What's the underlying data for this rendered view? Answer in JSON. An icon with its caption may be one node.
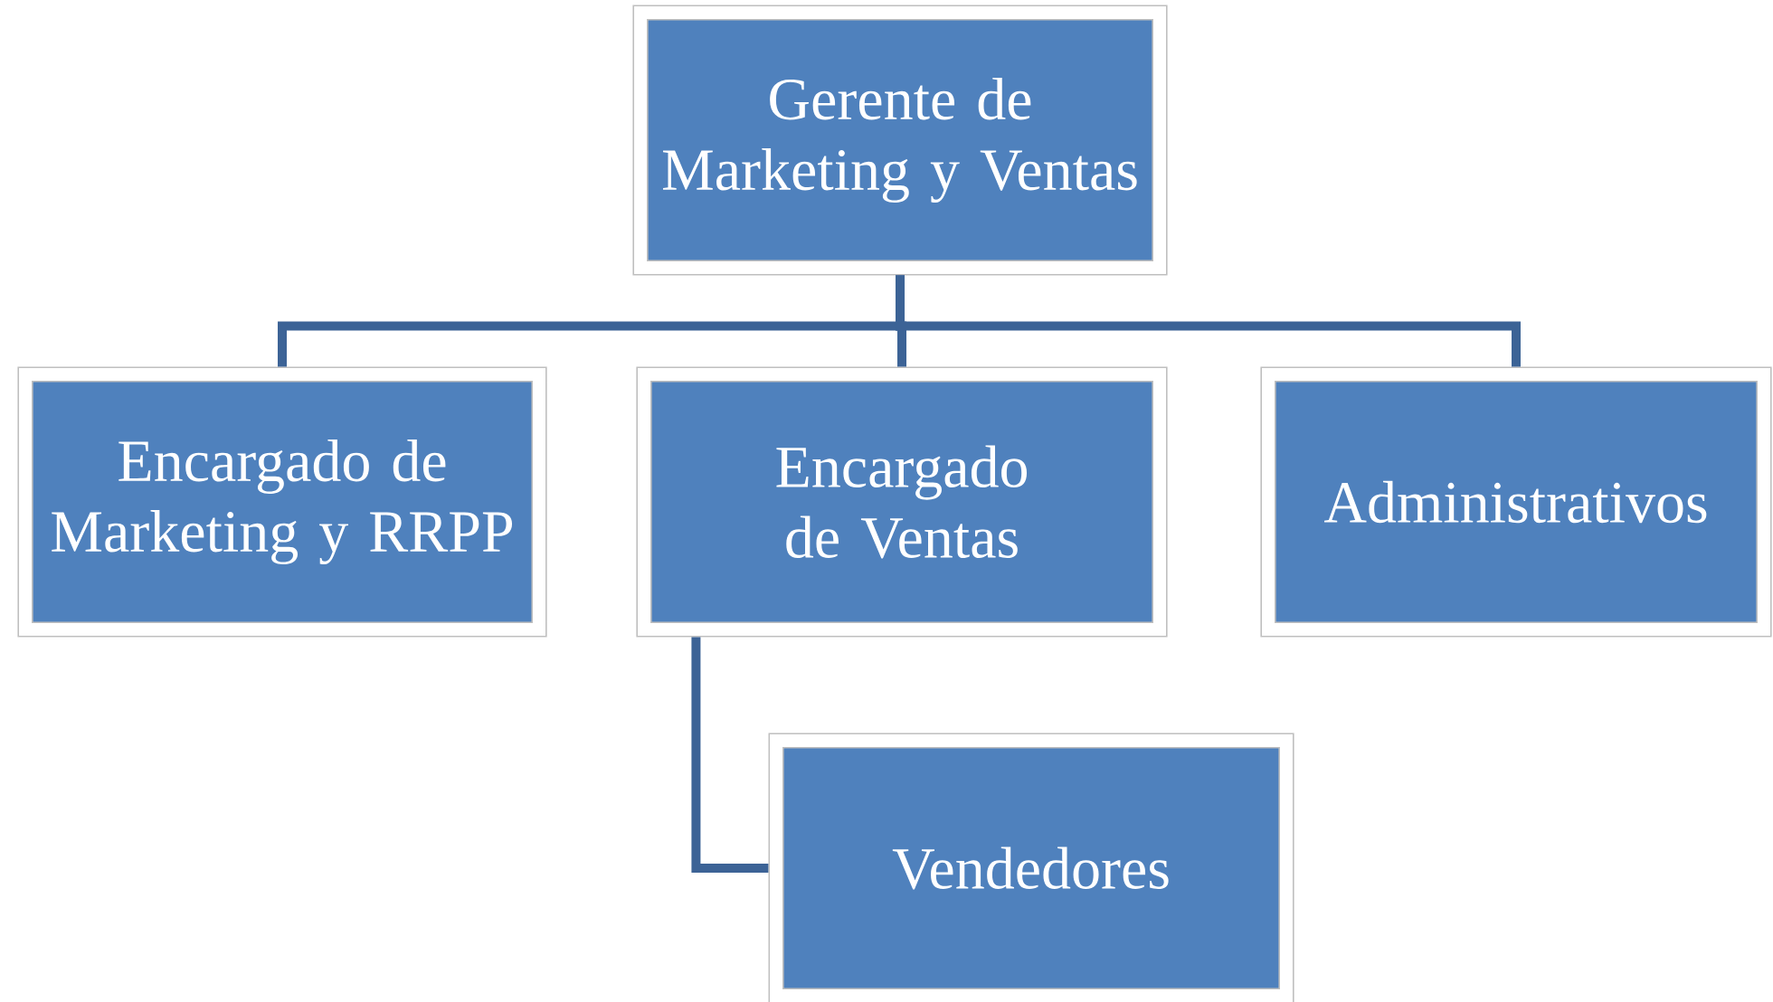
{
  "diagram": {
    "nodes": [
      {
        "text": [
          "Gerente de Marketing y Ventas"
        ]
      },
      {
        "text": [
          "Encargado de Marketing y RRPP"
        ]
      },
      {
        "text": [
          "Encargado de Ventas"
        ]
      },
      {
        "text": [
          "Administrativos"
        ]
      },
      {
        "text": [
          "Vendedores"
        ]
      }
    ],
    "edges": [
      {
        "from": 0,
        "to": 1,
        "arrow": "none"
      },
      {
        "from": 0,
        "to": 2,
        "arrow": "none"
      },
      {
        "from": 0,
        "to": 3,
        "arrow": "none"
      },
      {
        "from": 2,
        "to": 4,
        "arrow": "none"
      }
    ]
  }
}
